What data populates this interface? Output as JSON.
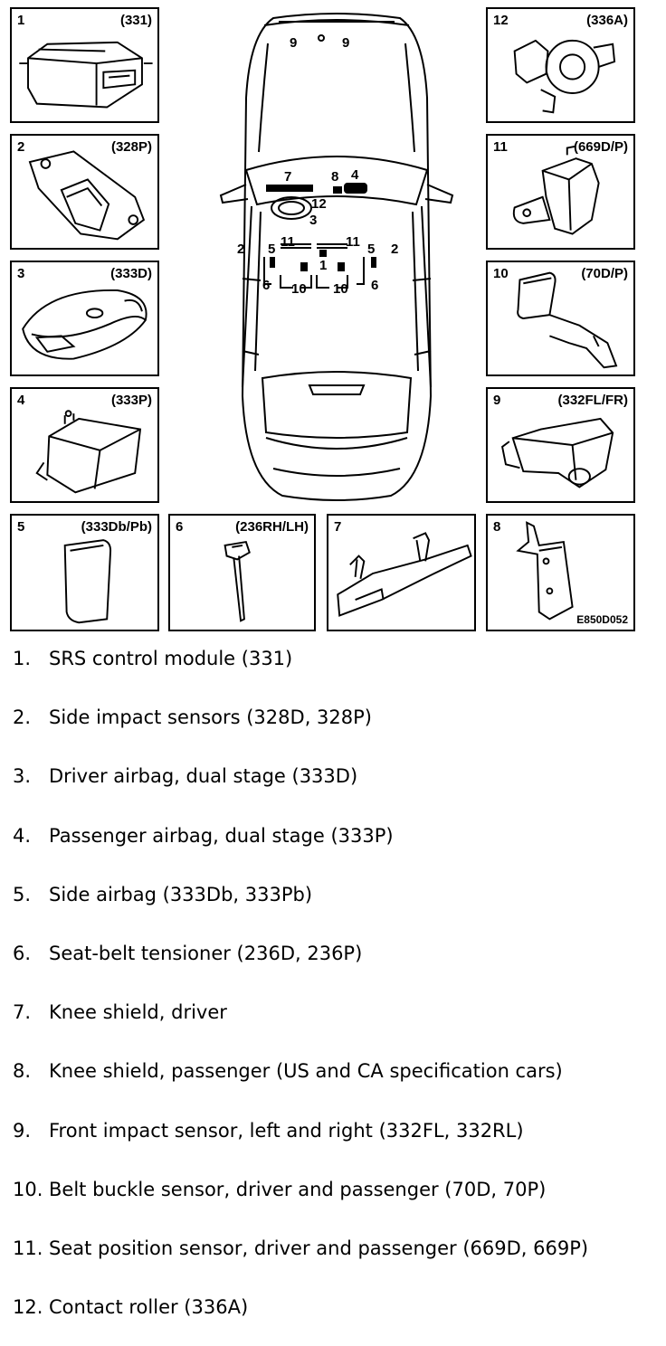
{
  "panels": [
    {
      "num": "1",
      "code": "(331)"
    },
    {
      "num": "2",
      "code": "(328P)"
    },
    {
      "num": "3",
      "code": "(333D)"
    },
    {
      "num": "4",
      "code": "(333P)"
    },
    {
      "num": "5",
      "code": "(333Db/Pb)"
    },
    {
      "num": "6",
      "code": "(236RH/LH)"
    },
    {
      "num": "7",
      "code": ""
    },
    {
      "num": "8",
      "code": ""
    },
    {
      "num": "9",
      "code": "(332FL/FR)"
    },
    {
      "num": "10",
      "code": "(70D/P)"
    },
    {
      "num": "11",
      "code": "(669D/P)"
    },
    {
      "num": "12",
      "code": "(336A)"
    }
  ],
  "figure_code": "E850D052",
  "car_labels": {
    "front_left": "9",
    "front_right": "9",
    "knee_driver": "7",
    "knee_passenger": "8",
    "passenger_airbag": "4",
    "contact_roller": "12",
    "driver_airbag": "3",
    "side_left": "2",
    "side_right": "2",
    "seat_left": "11",
    "seat_right": "11",
    "side_airbag_left": "5",
    "side_airbag_right": "5",
    "module": "1",
    "tensioner_left": "6",
    "tensioner_right": "6",
    "buckle_left": "10",
    "buckle_right": "10"
  },
  "legend": [
    {
      "num": "1.",
      "text": "SRS control module (331)"
    },
    {
      "num": "2.",
      "text": "Side impact sensors (328D, 328P)"
    },
    {
      "num": "3.",
      "text": "Driver airbag, dual stage (333D)"
    },
    {
      "num": "4.",
      "text": "Passenger airbag, dual stage (333P)"
    },
    {
      "num": "5.",
      "text": "Side airbag (333Db, 333Pb)"
    },
    {
      "num": "6.",
      "text": "Seat-belt tensioner (236D, 236P)"
    },
    {
      "num": "7.",
      "text": "Knee shield, driver"
    },
    {
      "num": "8.",
      "text": "Knee shield, passenger (US and CA specification cars)"
    },
    {
      "num": "9.",
      "text": "Front impact sensor, left and right (332FL, 332RL)"
    },
    {
      "num": "10.",
      "text": "Belt buckle sensor, driver and passenger (70D, 70P)"
    },
    {
      "num": "11.",
      "text": "Seat position sensor, driver and passenger (669D, 669P)"
    },
    {
      "num": "12.",
      "text": "Contact roller (336A)"
    }
  ]
}
